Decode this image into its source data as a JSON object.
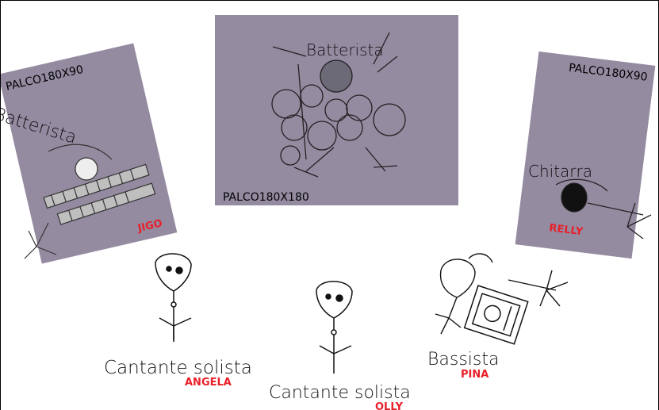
{
  "platforms": {
    "left_label": "PALCO180X90",
    "center_label": "PALCO180X180",
    "right_label": "PALCO180X90"
  },
  "roles": {
    "left_drummer": "Batterista",
    "drummer": "Batterista",
    "guitarist": "Chitarra",
    "lead_singer_1": "Cantante solista",
    "lead_singer_2": "Cantante solista",
    "bassist": "Bassista"
  },
  "names": {
    "left": "JIGO",
    "right": "RELLY",
    "singer_1": "ANGELA",
    "singer_2": "OLLY",
    "bassist": "PINA"
  },
  "colors": {
    "platform": "#948ba1",
    "name": "#e8202a",
    "ink": "#111111"
  },
  "icons": [
    "drum-kit-icon",
    "keyboard-icon",
    "guitarist-icon",
    "singer-icon",
    "bassist-icon",
    "amp-icon",
    "mic-stand-icon"
  ]
}
